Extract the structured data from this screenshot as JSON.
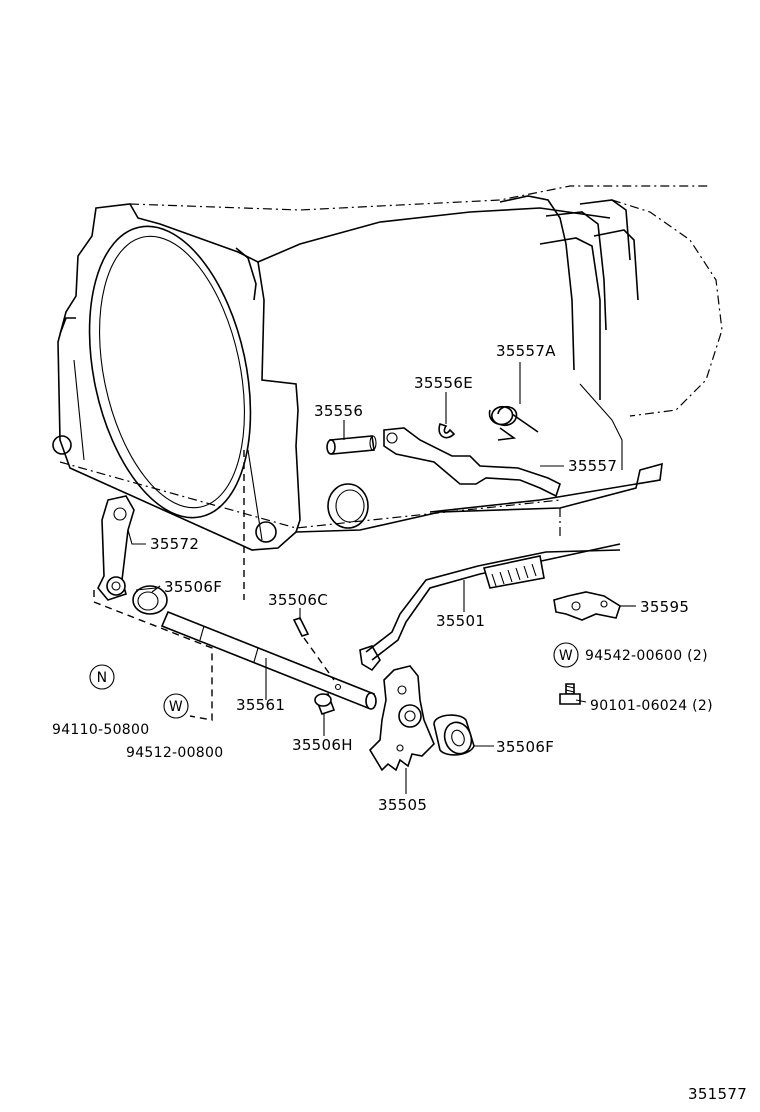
{
  "diagram_id": "351577",
  "part_labels": {
    "p35557A": "35557A",
    "p35556E": "35556E",
    "p35556": "35556",
    "p35557": "35557",
    "p35572": "35572",
    "p35506F_top": "35506F",
    "p35506C": "35506C",
    "p35501": "35501",
    "p35595": "35595",
    "p94542": "94542-00600 (2)",
    "p90101": "90101-06024 (2)",
    "p94110": "94110-50800",
    "p94512": "94512-00800",
    "p35561": "35561",
    "p35506H": "35506H",
    "p35506F_bottom": "35506F",
    "p35505": "35505"
  },
  "symbols": {
    "N": "N",
    "W_left": "W",
    "W_right": "W"
  }
}
